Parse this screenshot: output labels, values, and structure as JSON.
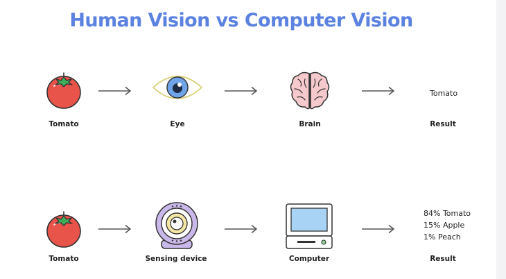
{
  "title": "Human Vision vs Computer Vision",
  "human": {
    "labels": {
      "input": "Tomato",
      "sensor": "Eye",
      "processor": "Brain",
      "result": "Result"
    },
    "result_lines": [
      "Tomato"
    ]
  },
  "computer": {
    "labels": {
      "input": "Tomato",
      "sensor": "Sensing device",
      "processor": "Computer",
      "result": "Result"
    },
    "result_lines": [
      "84% Tomato",
      "15% Apple",
      "1% Peach"
    ]
  },
  "icons": {
    "input": "tomato-icon",
    "human_sensor": "eye-icon",
    "human_processor": "brain-icon",
    "computer_sensor": "webcam-icon",
    "computer_processor": "computer-icon",
    "flow": "arrow-right-icon"
  },
  "colors": {
    "title": "#5b82e0",
    "tomato": "#e8534a",
    "leaf": "#3fae5a",
    "eye_iris": "#6fa4e8",
    "brain": "#f6c9cc",
    "device": "#c9b8ea",
    "screen": "#a9d3f5",
    "arrow": "#555555"
  }
}
